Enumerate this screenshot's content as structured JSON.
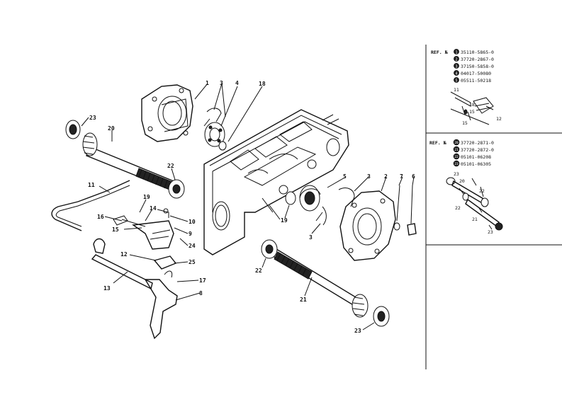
{
  "callouts": {
    "c1": "1",
    "c3a": "3",
    "c4": "4",
    "c18a": "18",
    "c23a": "23",
    "c20": "20",
    "c22a": "22",
    "c11": "11",
    "c19a": "19",
    "c14": "14",
    "c16": "16",
    "c15": "15",
    "c10": "10",
    "c9": "9",
    "c24": "24",
    "c12": "12",
    "c25": "25",
    "c13": "13",
    "c17": "17",
    "c8": "8",
    "c5": "5",
    "c3b": "3",
    "c2": "2",
    "c7": "7",
    "c6": "6",
    "c19b": "19",
    "c3c": "3",
    "c22b": "22",
    "c21": "21",
    "c23b": "23"
  },
  "ref_top": {
    "prefix": "REF. №",
    "lines": [
      "35110-5865-0",
      "37720-2867-0",
      "37150-5858-0",
      "04017-50080",
      "05511-50218"
    ],
    "markers": [
      "1",
      "2",
      "3",
      "4",
      "5"
    ],
    "sub": {
      "a": "11",
      "b": "18",
      "c": "15",
      "d": "12",
      "e": "15"
    }
  },
  "ref_bottom": {
    "prefix": "REF. №",
    "lines": [
      "37720-2871-0",
      "37720-2872-0",
      "05101-06208",
      "05101-06305"
    ],
    "markers": [
      "20",
      "21",
      "22",
      "23"
    ],
    "sub": {
      "a": "23",
      "b": "20",
      "c": "22",
      "d": "22",
      "e": "21",
      "f": "23"
    }
  }
}
